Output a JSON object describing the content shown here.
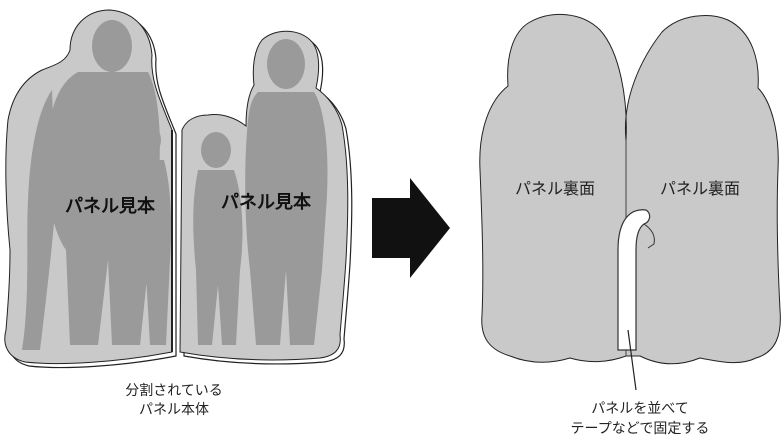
{
  "front": {
    "left_label": "パネル見本",
    "right_label": "パネル見本",
    "caption_line1": "分割されている",
    "caption_line2": "パネル本体"
  },
  "back": {
    "left_label": "パネル裏面",
    "right_label": "パネル裏面",
    "caption_line1": "パネルを並べて",
    "caption_line2": "テープなどで固定する"
  },
  "colors": {
    "panel_gray": "#c9c9c9",
    "silhouette_gray": "#9a9a9a",
    "outline": "#222222",
    "arrow": "#111111"
  }
}
